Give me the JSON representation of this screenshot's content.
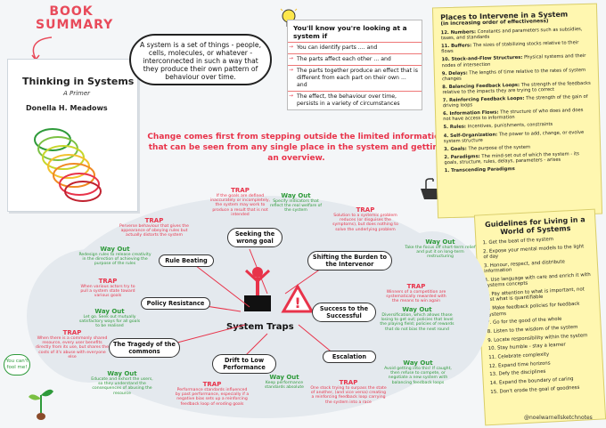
{
  "header": {
    "book_summary_line1": "BOOK",
    "book_summary_line2": "SUMMARY"
  },
  "book": {
    "title": "Thinking in Systems",
    "subtitle": "A Primer",
    "author": "Donella H. Meadows"
  },
  "definition": "A system is a set of things - people, cells, molecules, or whatever - interconnected in such a way that they produce their own pattern of behaviour over time.",
  "know": {
    "heading": "You'll know you're looking at a system if",
    "items": [
      "You can identify parts .... and",
      "The parts affect each other ... and",
      "The parts together produce an effect that is different from each part on their own ... and",
      "The effect, the behaviour over time, persists in a variety of circumstances"
    ]
  },
  "quote": "Change comes first from stepping outside the limited information that can be seen from any single place in the system and getting an overview.",
  "intervene": {
    "title": "Places to Intervene in a System",
    "subtitle": "(in increasing order of effectiveness)",
    "items": [
      {
        "n": "12. Numbers:",
        "d": "Constants and parameters such as subsidies, taxes, and standards"
      },
      {
        "n": "11. Buffers:",
        "d": "The sizes of stabilizing stocks relative to their flows"
      },
      {
        "n": "10. Stock-and-Flow Structures:",
        "d": "Physical systems and their nodes of intersection"
      },
      {
        "n": "9. Delays:",
        "d": "The lengths of time relative to the rates of system changes"
      },
      {
        "n": "8. Balancing Feedback Loops:",
        "d": "The strength of the feedbacks relative to the impacts they are trying to correct"
      },
      {
        "n": "7. Reinforcing Feedback Loops:",
        "d": "The strength of the gain of driving loops"
      },
      {
        "n": "6. Information Flows:",
        "d": "The structure of who does and does not have access to information"
      },
      {
        "n": "5. Rules:",
        "d": "Incentives, punishments, constraints"
      },
      {
        "n": "4. Self-Organization:",
        "d": "The power to add, change, or evolve system structure"
      },
      {
        "n": "3. Goals:",
        "d": "The purpose of the system"
      },
      {
        "n": "2. Paradigms:",
        "d": "The mind-set out of which the system - its goals, structure, rules, delays, parameters - arises"
      },
      {
        "n": "1. Transcending Paradigms",
        "d": ""
      }
    ]
  },
  "guidelines": {
    "title": "Guidelines for Living in a World of Systems",
    "items": [
      "1. Get the beat of the system",
      "2. Expose your mental models to the light of day",
      "3. Honour, respect, and distribute information",
      "4. Use language with care and enrich it with systems concepts",
      "5. Pay attention to what is important, not just what is quantifiable",
      "6. Make feedback policies for feedback systems",
      "7. Go for the good of the whole",
      "8. Listen to the wisdom of the system",
      "9. Locate responsibility within the system",
      "10. Stay humble - stay a learner",
      "11. Celebrate complexity",
      "12. Expand time horizons",
      "13. Defy the disciplines",
      "14. Expand the boundary of caring",
      "15. Don't erode the goal of goodness"
    ]
  },
  "traps": {
    "center": "System Traps",
    "nodes": [
      "Seeking the wrong goal",
      "Shifting the Burden to the Intervenor",
      "Rule Beating",
      "Policy Resistance",
      "The Tragedy of the commons",
      "Drift to Low Performance",
      "Escalation",
      "Success to the Successful"
    ],
    "trap_label": "TRAP",
    "way_label": "Way Out",
    "trap_texts": [
      "If the goals are defined inaccurately or incompletely, the system may work to produce a result that is not intended",
      "Solution to a systemic problem reduces (or disguises the symptoms), but does nothing to solve the underlying problem",
      "Perverse behaviour that gives the appearance of obeying rules but actually distorts the system",
      "When various actors try to pull a system state toward various goals",
      "When there is a commonly shared resource, every user benefits directly from its use, but shares the costs of it's abuse with everyone else",
      "Performance standards influenced by past performance, especially if a negative bias sets up a reinforcing feedback loop of eroding goals",
      "One stock trying to surpass the state of another, (and vice versa) creating a reinforcing feedback loop carrying the system into a race",
      "Winners of a competition are systematically rewarded with the means to win again"
    ],
    "way_texts": [
      "Specify indicators that reflect the real welfare of the system",
      "Take the focus off short-term relief and put it on long-term restructuring",
      "Redesign rules to release creativity in the direction of achieving the purpose of the rules",
      "Let go. Seek out mutually satisfactory ways for all goals to be realised",
      "Educate and exhort the users, so they understand the consequences of abusing the resource",
      "Keep performance standards absolute",
      "Avoid getting into this! If caught, then refuse to compete, or negotiate a new system with balancing feedback loops",
      "Diversification, which allows those losing to get out; policies that level the playing field; policies of rewards that do not bias the next round"
    ]
  },
  "fool": "You can't fool me!",
  "handle": "@noelwarnellsketchnotes",
  "colors": {
    "red": "#e8334a",
    "green": "#2e9a3a",
    "note_yellow": "#fff7b0",
    "pink": "#e84a5a"
  }
}
